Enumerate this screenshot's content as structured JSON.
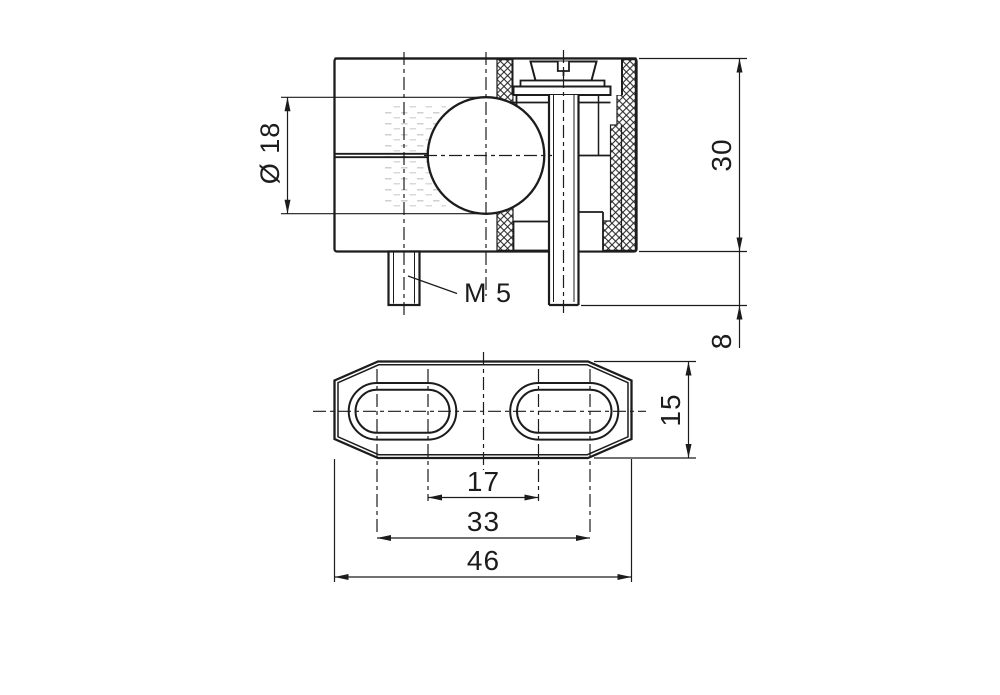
{
  "colors": {
    "background": "#ffffff",
    "line": "#1c1c1c",
    "bore_texture": "#cccccc"
  },
  "front_view": {
    "name": "front-section-view",
    "thread_label": "M 5",
    "dimensions": {
      "bore_diameter": "Ø 18",
      "overall_height": "30",
      "screw_protrusion": "8"
    }
  },
  "plan_view": {
    "name": "bottom-plan-view",
    "dimensions": {
      "plate_depth": "15",
      "slot_near_span": "17",
      "slot_far_span": "33",
      "overall_width": "46"
    }
  }
}
